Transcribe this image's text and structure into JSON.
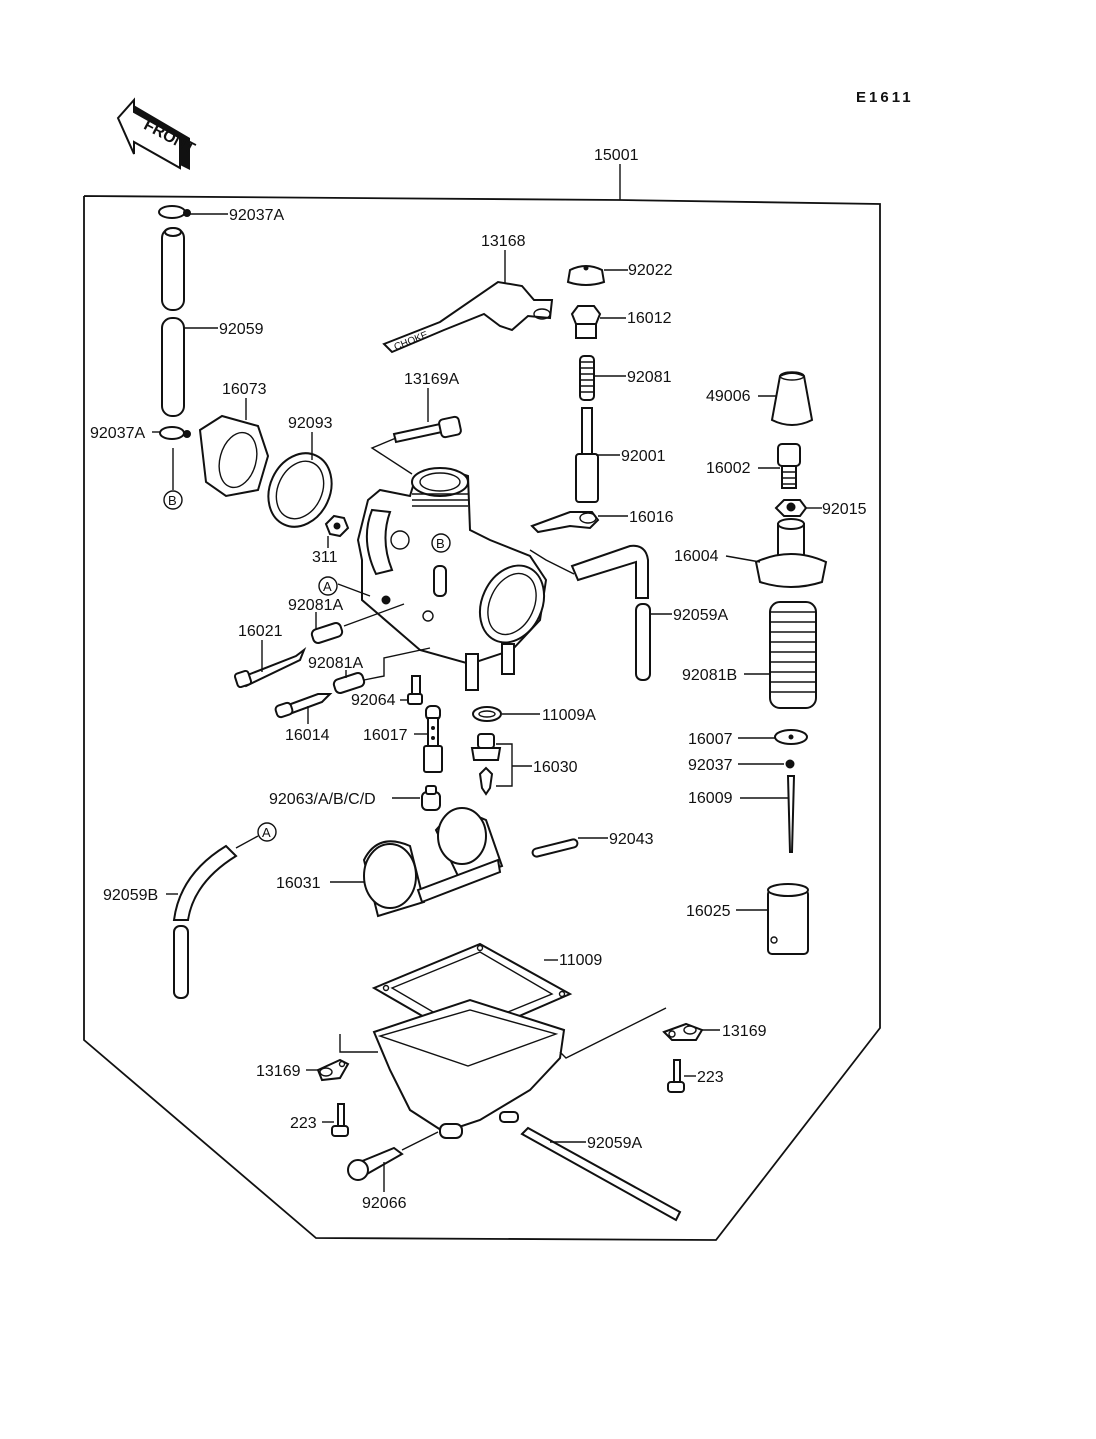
{
  "diagram": {
    "type": "exploded-parts-diagram",
    "subject": "Carburetor",
    "reference_code": "E1611",
    "front_indicator": "FRONT",
    "assembly_number": "15001",
    "choke_lever_text": "CHOKE",
    "connection_markers": [
      "A",
      "B"
    ],
    "parts": [
      {
        "id": "p-92037A-top",
        "label": "92037A"
      },
      {
        "id": "p-92059",
        "label": "92059"
      },
      {
        "id": "p-92037A-bot",
        "label": "92037A"
      },
      {
        "id": "p-16073",
        "label": "16073"
      },
      {
        "id": "p-92093",
        "label": "92093"
      },
      {
        "id": "p-13168",
        "label": "13168"
      },
      {
        "id": "p-92022",
        "label": "92022"
      },
      {
        "id": "p-16012",
        "label": "16012"
      },
      {
        "id": "p-92081",
        "label": "92081"
      },
      {
        "id": "p-92001",
        "label": "92001"
      },
      {
        "id": "p-16016",
        "label": "16016"
      },
      {
        "id": "p-13169A",
        "label": "13169A"
      },
      {
        "id": "p-311",
        "label": "311"
      },
      {
        "id": "p-49006",
        "label": "49006"
      },
      {
        "id": "p-16002",
        "label": "16002"
      },
      {
        "id": "p-92015",
        "label": "92015"
      },
      {
        "id": "p-16004",
        "label": "16004"
      },
      {
        "id": "p-92059A-top",
        "label": "92059A"
      },
      {
        "id": "p-92081B",
        "label": "92081B"
      },
      {
        "id": "p-92081A-1",
        "label": "92081A"
      },
      {
        "id": "p-16021",
        "label": "16021"
      },
      {
        "id": "p-92081A-2",
        "label": "92081A"
      },
      {
        "id": "p-92064",
        "label": "92064"
      },
      {
        "id": "p-16014",
        "label": "16014"
      },
      {
        "id": "p-16017",
        "label": "16017"
      },
      {
        "id": "p-11009A",
        "label": "11009A"
      },
      {
        "id": "p-16030",
        "label": "16030"
      },
      {
        "id": "p-16007",
        "label": "16007"
      },
      {
        "id": "p-92037",
        "label": "92037"
      },
      {
        "id": "p-16009",
        "label": "16009"
      },
      {
        "id": "p-92063",
        "label": "92063/A/B/C/D"
      },
      {
        "id": "p-92043",
        "label": "92043"
      },
      {
        "id": "p-16031",
        "label": "16031"
      },
      {
        "id": "p-92059B",
        "label": "92059B"
      },
      {
        "id": "p-16025",
        "label": "16025"
      },
      {
        "id": "p-11009",
        "label": "11009"
      },
      {
        "id": "p-13169-right",
        "label": "13169"
      },
      {
        "id": "p-13169-left",
        "label": "13169"
      },
      {
        "id": "p-223-right",
        "label": "223"
      },
      {
        "id": "p-223-left",
        "label": "223"
      },
      {
        "id": "p-92059A-bot",
        "label": "92059A"
      },
      {
        "id": "p-92066",
        "label": "92066"
      }
    ]
  }
}
